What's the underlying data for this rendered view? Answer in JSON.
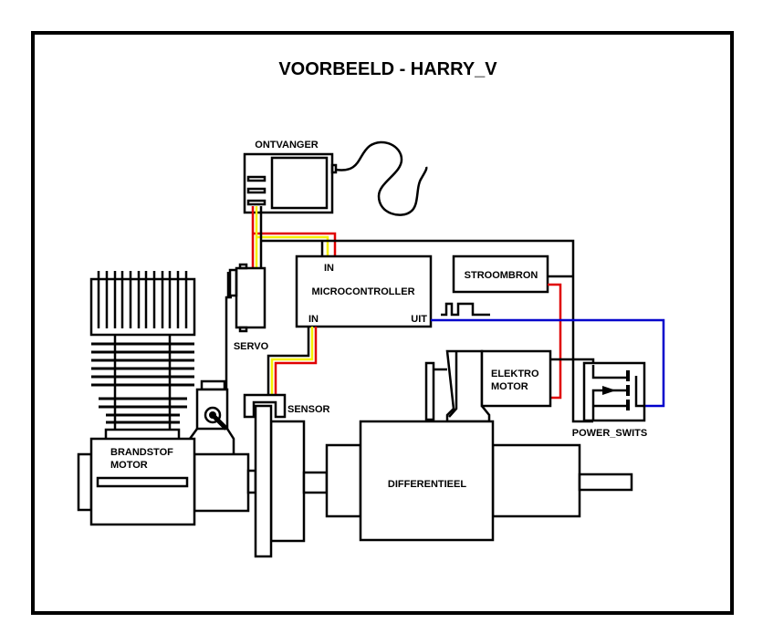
{
  "title": "VOORBEELD - HARRY_V",
  "labels": {
    "ontvanger": "ONTVANGER",
    "microcontroller": "MICROCONTROLLER",
    "mc_in_top": "IN",
    "mc_in_bottom": "IN",
    "mc_out": "UIT",
    "servo": "SERVO",
    "stroombron": "STROOMBRON",
    "sensor": "SENSOR",
    "elektro_line1": "ELEKTRO",
    "elektro_line2": "MOTOR",
    "power_switch": "POWER_SWITS",
    "brandstof_line1": "BRANDSTOF",
    "brandstof_line2": "MOTOR",
    "differentieel": "DIFFERENTIEEL"
  },
  "colors": {
    "signal_red": "#e00000",
    "signal_yellow": "#f5f000",
    "pwm_blue": "#0000cc",
    "line": "#000000"
  }
}
